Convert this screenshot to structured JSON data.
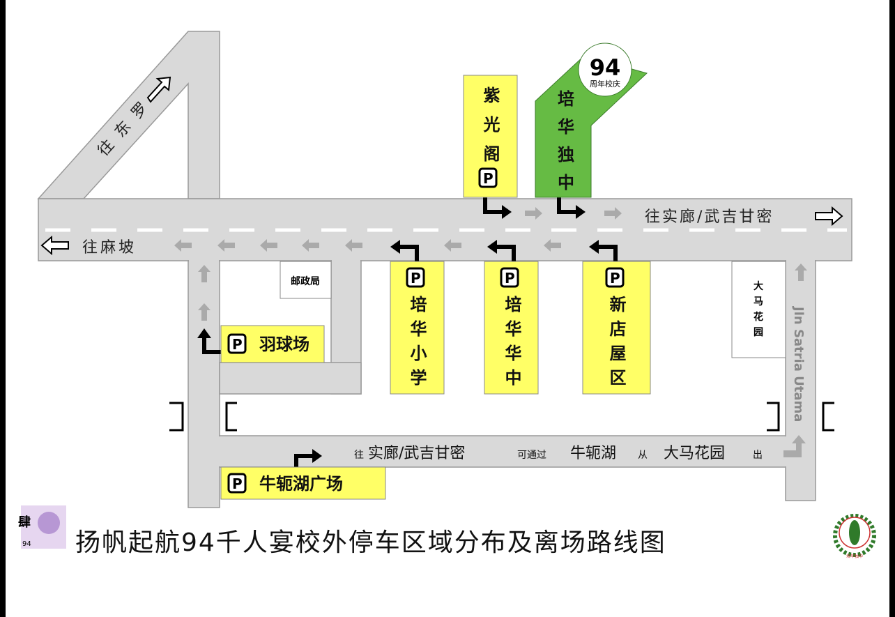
{
  "title": "扬帆起航94千人宴校外停车区域分布及离场路线图",
  "roads": {
    "to_ipoh": "往东罗",
    "to_mersing": "往麻坡",
    "to_seri_alam": "往实廊/武吉甘密",
    "jalan": "Jln Satria Utama"
  },
  "bottom_note": {
    "p1": "往",
    "p2": "实廊/武吉甘密",
    "p3": "可通过",
    "p4": "牛轭湖",
    "p5": "从",
    "p6": "大马花园",
    "p7": "出"
  },
  "parking": [
    {
      "name": "紫光阁",
      "chars": [
        "紫",
        "光",
        "阁"
      ]
    },
    {
      "name": "培华独中",
      "chars": [
        "培",
        "华",
        "独",
        "中"
      ]
    },
    {
      "name": "培华小学",
      "chars": [
        "培",
        "华",
        "小",
        "学"
      ]
    },
    {
      "name": "培华华中",
      "chars": [
        "培",
        "华",
        "华",
        "中"
      ]
    },
    {
      "name": "新店屋区",
      "chars": [
        "新",
        "店",
        "屋",
        "区"
      ]
    },
    {
      "name": "羽球场"
    },
    {
      "name": "牛轭湖广场"
    }
  ],
  "landmarks": {
    "post_office": "邮政局",
    "taman": [
      "大",
      "马",
      "花",
      "园"
    ]
  },
  "badge": {
    "number": "94",
    "sub": "周年校庆"
  },
  "parking_symbol": "P",
  "logo_left": {
    "text": "肆",
    "num": "94"
  },
  "logo_right": {
    "text": "培华独中"
  },
  "colors": {
    "yellow": "#ffff66",
    "green": "#66bb44",
    "road": "#d9d9d9"
  }
}
